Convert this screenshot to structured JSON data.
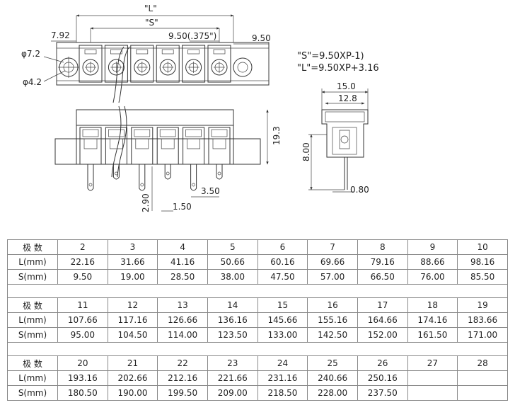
{
  "drawing": {
    "top_view": {
      "dim_L": "\"L\"",
      "dim_S": "\"S\"",
      "dim_792": "7.92",
      "dim_pitch": "9.50(.375\")",
      "dim_950": "9.50",
      "dim_phi72": "φ7.2",
      "dim_phi42": "φ4.2"
    },
    "formulas": [
      "\"S\"=9.50XP-1)",
      "\"L\"=9.50XP+3.16"
    ],
    "front_view": {
      "dim_193": "19.3",
      "dim_290": "2.90",
      "dim_150": "1.50",
      "dim_350": "3.50"
    },
    "side_view": {
      "dim_150w": "15.0",
      "dim_128": "12.8",
      "dim_800": "8.00",
      "dim_080": "0.80"
    }
  },
  "table": {
    "row_labels": [
      "极 数",
      "L(mm)",
      "S(mm)"
    ],
    "blocks": [
      {
        "poles": [
          "2",
          "3",
          "4",
          "5",
          "6",
          "7",
          "8",
          "9",
          "10"
        ],
        "L": [
          "22.16",
          "31.66",
          "41.16",
          "50.66",
          "60.16",
          "69.66",
          "79.16",
          "88.66",
          "98.16"
        ],
        "S": [
          "9.50",
          "19.00",
          "28.50",
          "38.00",
          "47.50",
          "57.00",
          "66.50",
          "76.00",
          "85.50"
        ]
      },
      {
        "poles": [
          "11",
          "12",
          "13",
          "14",
          "15",
          "16",
          "17",
          "18",
          "19"
        ],
        "L": [
          "107.66",
          "117.16",
          "126.66",
          "136.16",
          "145.66",
          "155.16",
          "164.66",
          "174.16",
          "183.66"
        ],
        "S": [
          "95.00",
          "104.50",
          "114.00",
          "123.50",
          "133.00",
          "142.50",
          "152.00",
          "161.50",
          "171.00"
        ]
      },
      {
        "poles": [
          "20",
          "21",
          "22",
          "23",
          "24",
          "25",
          "26",
          "27",
          "28"
        ],
        "L": [
          "193.16",
          "202.66",
          "212.16",
          "221.66",
          "231.16",
          "240.66",
          "250.16",
          "",
          ""
        ],
        "S": [
          "180.50",
          "190.00",
          "199.50",
          "209.00",
          "218.50",
          "228.00",
          "237.50",
          "",
          ""
        ]
      }
    ]
  }
}
